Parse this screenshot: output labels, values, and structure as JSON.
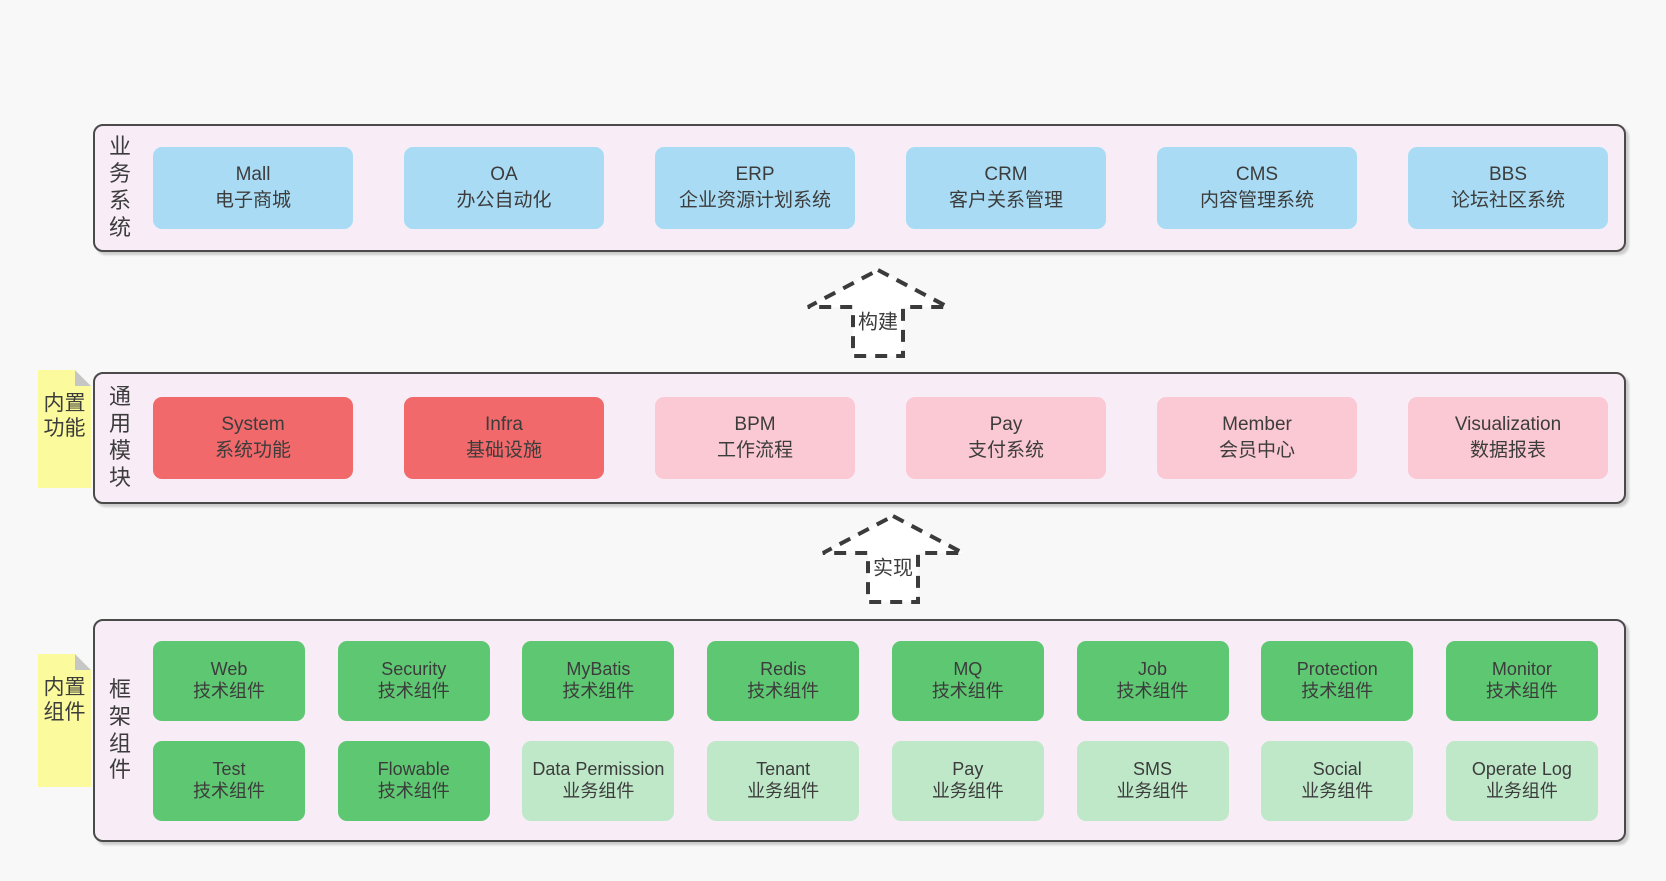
{
  "diagram": {
    "title_hint": "architecture-layers-diagram",
    "arrows": {
      "build": "构建",
      "implement": "实现"
    },
    "layers": {
      "business": {
        "label": "业务系统",
        "boxes": [
          {
            "name": "Mall",
            "desc": "电子商城",
            "variant": "blue"
          },
          {
            "name": "OA",
            "desc": "办公自动化",
            "variant": "blue"
          },
          {
            "name": "ERP",
            "desc": "企业资源计划系统",
            "variant": "blue"
          },
          {
            "name": "CRM",
            "desc": "客户关系管理",
            "variant": "blue"
          },
          {
            "name": "CMS",
            "desc": "内容管理系统",
            "variant": "blue"
          },
          {
            "name": "BBS",
            "desc": "论坛社区系统",
            "variant": "blue"
          }
        ]
      },
      "modules": {
        "label": "通用模块",
        "sticky": "内置功能",
        "boxes": [
          {
            "name": "System",
            "desc": "系统功能",
            "variant": "red"
          },
          {
            "name": "Infra",
            "desc": "基础设施",
            "variant": "red"
          },
          {
            "name": "BPM",
            "desc": "工作流程",
            "variant": "pink"
          },
          {
            "name": "Pay",
            "desc": "支付系统",
            "variant": "pink"
          },
          {
            "name": "Member",
            "desc": "会员中心",
            "variant": "pink"
          },
          {
            "name": "Visualization",
            "desc": "数据报表",
            "variant": "pink"
          }
        ]
      },
      "framework": {
        "label": "框架组件",
        "sticky": "内置组件",
        "row1": [
          {
            "name": "Web",
            "desc": "技术组件",
            "variant": "tech"
          },
          {
            "name": "Security",
            "desc": "技术组件",
            "variant": "tech"
          },
          {
            "name": "MyBatis",
            "desc": "技术组件",
            "variant": "tech"
          },
          {
            "name": "Redis",
            "desc": "技术组件",
            "variant": "tech"
          },
          {
            "name": "MQ",
            "desc": "技术组件",
            "variant": "tech"
          },
          {
            "name": "Job",
            "desc": "技术组件",
            "variant": "tech"
          },
          {
            "name": "Protection",
            "desc": "技术组件",
            "variant": "tech"
          },
          {
            "name": "Monitor",
            "desc": "技术组件",
            "variant": "tech"
          }
        ],
        "row2": [
          {
            "name": "Test",
            "desc": "技术组件",
            "variant": "tech"
          },
          {
            "name": "Flowable",
            "desc": "技术组件",
            "variant": "tech"
          },
          {
            "name": "Data Permission",
            "desc": "业务组件",
            "variant": "biz"
          },
          {
            "name": "Tenant",
            "desc": "业务组件",
            "variant": "biz"
          },
          {
            "name": "Pay",
            "desc": "业务组件",
            "variant": "biz"
          },
          {
            "name": "SMS",
            "desc": "业务组件",
            "variant": "biz"
          },
          {
            "name": "Social",
            "desc": "业务组件",
            "variant": "biz"
          },
          {
            "name": "Operate Log",
            "desc": "业务组件",
            "variant": "biz"
          }
        ]
      }
    },
    "colors": {
      "page_bg": "#F8F8F8",
      "layer_bg": "#F8EDF7",
      "layer_border": "#4A4A4A",
      "business_box": "#A9DCF4",
      "core_module_box": "#F1696A",
      "module_box": "#FBC9D3",
      "tech_component_box": "#5EC772",
      "biz_component_box": "#BEE8C8",
      "sticky_note": "#FBFA9D",
      "sticky_fold": "#C6C6C6",
      "arrow_stroke": "#3B3B3B",
      "text": "#3C3C3C"
    }
  }
}
